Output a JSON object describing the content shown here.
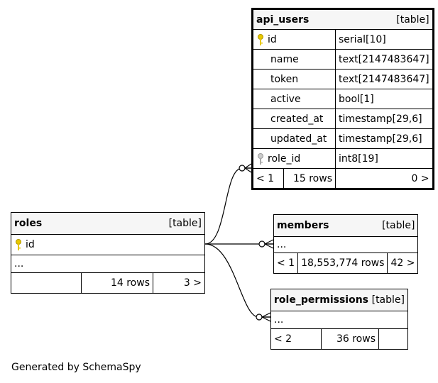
{
  "tables": {
    "api_users": {
      "name": "api_users",
      "kind": "[table]",
      "columns": [
        {
          "name": "id",
          "type": "serial[10]",
          "key": "primary"
        },
        {
          "name": "name",
          "type": "text[2147483647]",
          "key": ""
        },
        {
          "name": "token",
          "type": "text[2147483647]",
          "key": ""
        },
        {
          "name": "active",
          "type": "bool[1]",
          "key": ""
        },
        {
          "name": "created_at",
          "type": "timestamp[29,6]",
          "key": ""
        },
        {
          "name": "updated_at",
          "type": "timestamp[29,6]",
          "key": ""
        },
        {
          "name": "role_id",
          "type": "int8[19]",
          "key": "foreign"
        }
      ],
      "footer": {
        "parents": "< 1",
        "rows": "15 rows",
        "children": "0 >"
      }
    },
    "roles": {
      "name": "roles",
      "kind": "[table]",
      "column": "id",
      "more": "...",
      "footer": {
        "parents": "",
        "rows": "14 rows",
        "children": "3 >"
      }
    },
    "members": {
      "name": "members",
      "kind": "[table]",
      "more": "...",
      "footer": {
        "parents": "< 1",
        "rows": "18,553,774 rows",
        "children": "42 >"
      }
    },
    "role_permissions": {
      "name": "role_permissions",
      "kind": "[table]",
      "more": "...",
      "footer": {
        "parents": "< 2",
        "rows": "36 rows",
        "children": ""
      }
    }
  },
  "relationships": [
    {
      "from": "roles.id",
      "to": "api_users.role_id"
    },
    {
      "from": "roles.id",
      "to": "members"
    },
    {
      "from": "roles.id",
      "to": "role_permissions"
    }
  ],
  "colors": {
    "primary_key": "#e8c800",
    "foreign_key": "#aaaaaa",
    "header_bg": "#f6f6f6"
  },
  "footer_text": "Generated by SchemaSpy"
}
